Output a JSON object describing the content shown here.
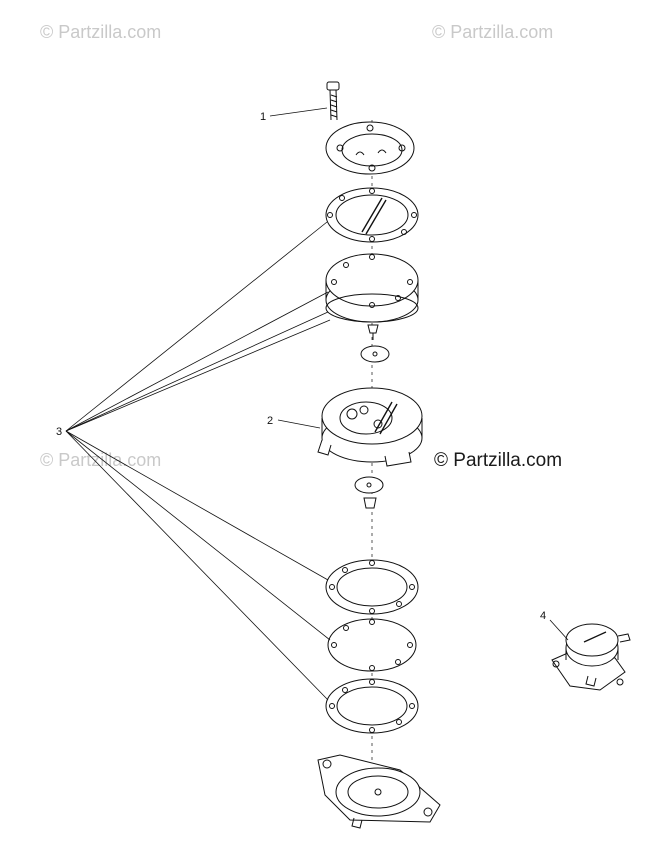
{
  "watermarks": {
    "top_left": "© Partzilla.com",
    "top_right": "© Partzilla.com",
    "mid_left": "© Partzilla.com",
    "center": "© Partzilla.com"
  },
  "callouts": {
    "c1": "1",
    "c2": "2",
    "c3": "3",
    "c4": "4"
  }
}
